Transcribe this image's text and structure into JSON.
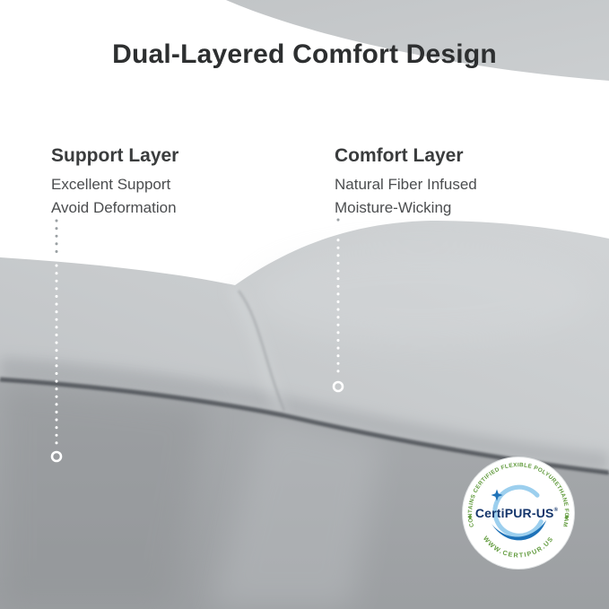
{
  "title": "Dual-Layered Comfort Design",
  "annotations": {
    "support": {
      "heading": "Support Layer",
      "lines": [
        "Excellent Support",
        "Avoid Deformation"
      ]
    },
    "comfort": {
      "heading": "Comfort Layer",
      "lines": [
        "Natural Fiber Infused",
        "Moisture-Wicking"
      ]
    }
  },
  "badge": {
    "arc_top_text": "CONTAINS CERTIFIED FLEXIBLE POLYURETHANE FOAM",
    "arc_bottom_text": "WWW.CERTIPUR.US",
    "center_text": "CertiPUR-US",
    "registered_mark": "®",
    "colors": {
      "ring_green": "#639C3F",
      "swoosh_light_blue": "#9CCFEE",
      "swoosh_dark_blue": "#1E72B8",
      "center_navy": "#14356B"
    }
  },
  "foam": {
    "colors": {
      "surface_light": "#CDD0D2",
      "surface_base": "#C6C9CB",
      "upper_band": "#A9ACAF",
      "seam": "#4C5054",
      "side_lower": "#A0A3A6"
    }
  }
}
